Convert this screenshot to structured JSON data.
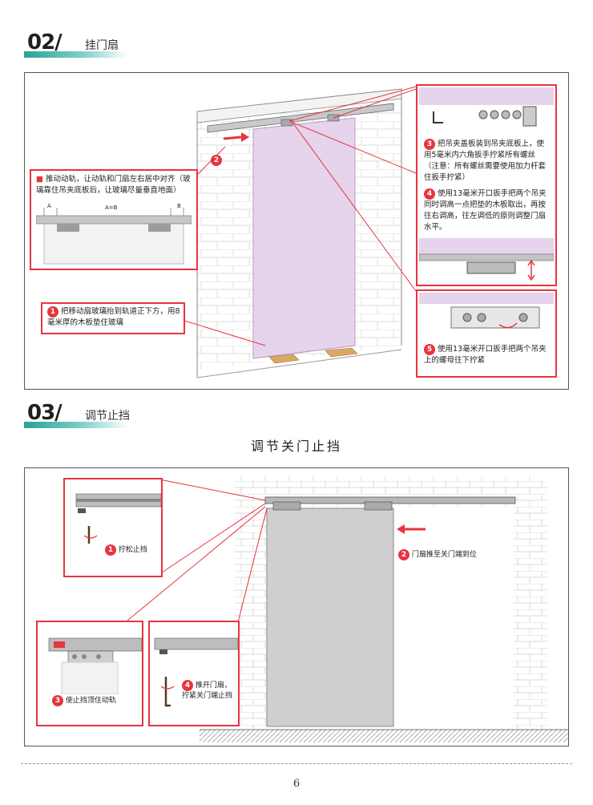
{
  "section02": {
    "number": "02/",
    "title": "挂门扇",
    "step1": {
      "num": "1",
      "text": "把移动扇玻璃抬到轨道正下方，用8毫米厚的木板垫住玻璃"
    },
    "step2": {
      "num": "2"
    },
    "note": {
      "text": "推动动轨，让动轨和门扇左右居中对齐（玻璃靠住吊夹底板后，让玻璃尽量垂直地面）",
      "label_a_left": "A",
      "label_ab": "A=B",
      "label_b": "B"
    },
    "step3": {
      "num": "3",
      "text": "把吊夹盖板装到吊夹底板上，使用5毫米内六角扳手拧紧所有螺丝（注意：所有螺丝需要使用加力杆套住扳手拧紧）"
    },
    "step4": {
      "num": "4",
      "text": "使用13毫米开口扳手把两个吊夹同时调高一点把垫的木板取出，再按往右调高，往左调低的原则调整门扇水平。"
    },
    "step5": {
      "num": "5",
      "text": "使用13毫米开口扳手把两个吊夹上的螺母往下拧紧"
    }
  },
  "section03": {
    "number": "03/",
    "title": "调节止挡",
    "heading": "调节关门止挡",
    "step1": {
      "num": "1",
      "text": "拧松止挡"
    },
    "step2": {
      "num": "2",
      "text": "门扇推至关门端到位"
    },
    "step3": {
      "num": "3",
      "text": "使止挡顶住动轨"
    },
    "step4": {
      "num": "4",
      "text": "推开门扇，拧紧关门端止挡"
    }
  },
  "page_number": "6",
  "colors": {
    "accent_red": "#e8343f",
    "teal": "#2aa197",
    "glass_pink": "#e6d3ec"
  }
}
